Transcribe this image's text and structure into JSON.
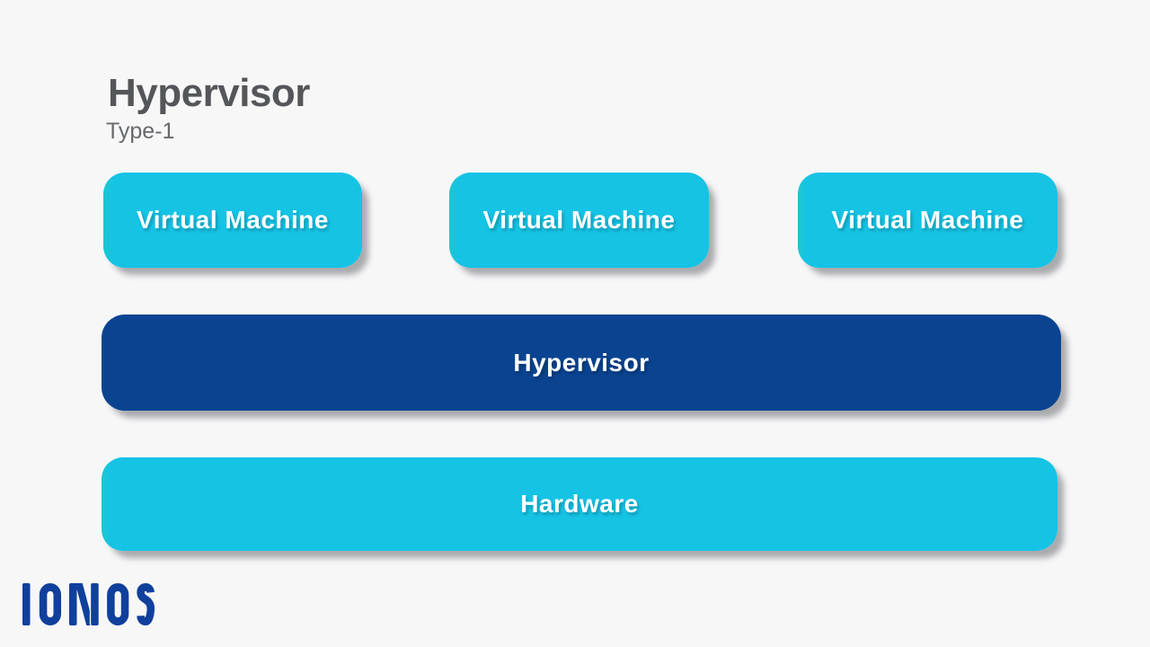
{
  "header": {
    "title": "Hypervisor",
    "subtitle": "Type-1"
  },
  "diagram": {
    "vm_boxes": [
      {
        "label": "Virtual Machine"
      },
      {
        "label": "Virtual Machine"
      },
      {
        "label": "Virtual Machine"
      }
    ],
    "layers": [
      {
        "label": "Hypervisor"
      },
      {
        "label": "Hardware"
      }
    ]
  },
  "footer": {
    "logo_text": "IONOS"
  },
  "colors": {
    "background": "#f7f7f8",
    "cyan_box": "#15c3e5",
    "dark_blue_box": "#0a4491",
    "title_gray": "#55565a",
    "subtitle_gray": "#67696d",
    "logo_blue": "#10409c",
    "box_text": "#ffffff"
  }
}
